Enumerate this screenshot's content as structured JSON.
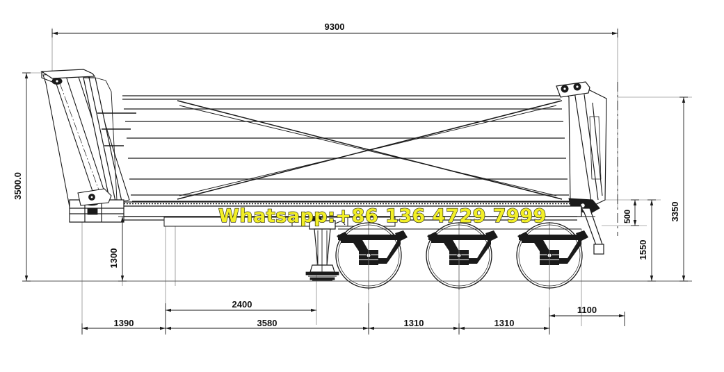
{
  "drawing": {
    "title": "Side-view engineering drawing of a 3-axle tipper / side-dump semi-trailer",
    "units": "mm",
    "line_color": "#1a1a1a",
    "background": "#ffffff"
  },
  "watermark": {
    "text": "Whatsapp:+86 136 4729 7999",
    "fill_color": "#f2ef26",
    "outline_color": "#2b2b1a"
  },
  "dimensions": {
    "overall_length": {
      "label": "9300",
      "orientation": "horizontal",
      "position": "top"
    },
    "overall_height": {
      "label": "3500.0",
      "orientation": "vertical",
      "position": "left"
    },
    "deck_height_front": {
      "label": "1300",
      "orientation": "vertical",
      "position": "inner-left"
    },
    "front_overhang": {
      "label": "1390",
      "orientation": "horizontal",
      "position": "bottom-row-2"
    },
    "kingpin_to_landing_gear": {
      "label": "2400",
      "orientation": "horizontal",
      "position": "bottom-row-1"
    },
    "kingpin_to_first_axle": {
      "label": "3580",
      "orientation": "horizontal",
      "position": "bottom-row-2"
    },
    "axle_spacing_1": {
      "label": "1310",
      "orientation": "horizontal",
      "position": "bottom-row-2"
    },
    "axle_spacing_2": {
      "label": "1310",
      "orientation": "horizontal",
      "position": "bottom-row-2"
    },
    "rear_overhang": {
      "label": "1100",
      "orientation": "horizontal",
      "position": "bottom-row-1"
    },
    "body_height_rear": {
      "label": "3350",
      "orientation": "vertical",
      "position": "right-outer"
    },
    "deck_to_ground_rear": {
      "label": "1550",
      "orientation": "vertical",
      "position": "right-inner"
    },
    "tail_clearance": {
      "label": "500",
      "orientation": "vertical",
      "position": "right-innermost"
    }
  },
  "dimension_list": [
    "9300",
    "3500.0",
    "1300",
    "1390",
    "2400",
    "3580",
    "1310",
    "1310",
    "1100",
    "3350",
    "1550",
    "500"
  ]
}
